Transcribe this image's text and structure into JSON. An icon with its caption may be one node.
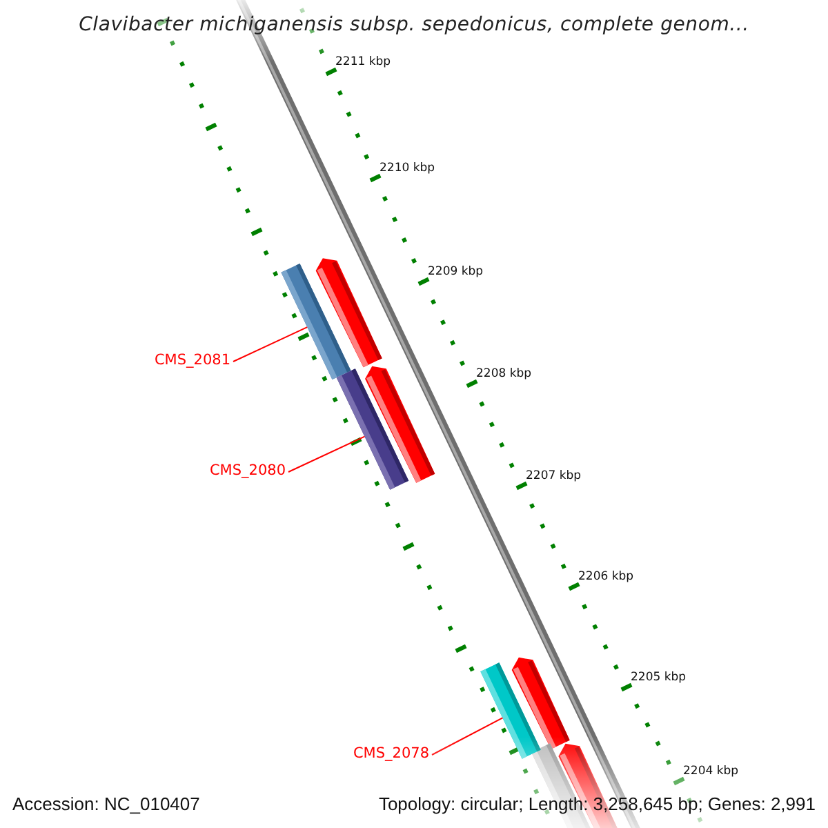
{
  "diagram": {
    "title": "Clavibacter michiganensis subsp. sepedonicus, complete genom...",
    "nodes": [
      {
        "text": [
          "CMS_2081"
        ]
      },
      {
        "text": [],
        "shape": "bar"
      },
      {
        "text": [
          "CMS_2080"
        ]
      },
      {
        "text": [],
        "shape": "bar"
      },
      {
        "text": [
          "CMS_2078"
        ]
      },
      {
        "text": [],
        "shape": "bar"
      }
    ],
    "edges": [
      {
        "from": 0,
        "to": 1,
        "arrow": "none"
      },
      {
        "from": 2,
        "to": 3,
        "arrow": "none"
      },
      {
        "from": 4,
        "to": 5,
        "arrow": "none"
      }
    ],
    "labels": [
      "2211 kbp",
      "2210 kbp",
      "2209 kbp",
      "2208 kbp",
      "2207 kbp",
      "2206 kbp",
      "2205 kbp",
      "2204 kbp",
      "Accession: NC_010407",
      "Topology: circular; Length: 3,258,645 bp; Genes: 2,991"
    ]
  }
}
